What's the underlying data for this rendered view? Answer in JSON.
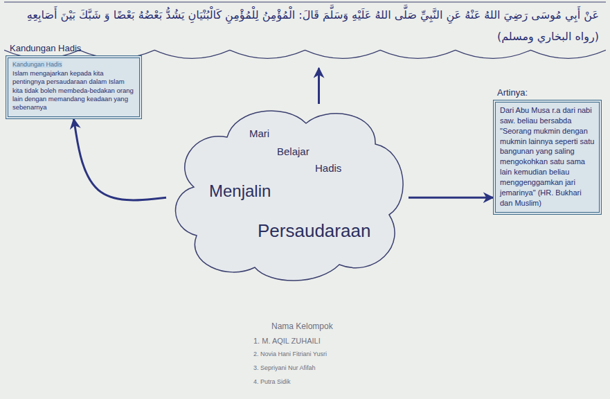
{
  "diagram": {
    "nodes": [
      {
        "text": [
          "عَنْ أَبِي مُوسَى رَضِيَ اللهُ عَنْهُ عَنِ النَّبِيِّ صَلَّى اللهُ عَلَيْهِ وَسَلَّمَ قَالَ: الْمُؤْمِنُ لِلْمُؤْمِنِ كَالْبُنْيَانِ يَشُدُّ بَعْضُهُ بَعْضًا وَ شَبَّكَ بَيْنَ أَصَابِعِهِ (رواه البخاري ومسلم)"
        ]
      },
      {
        "text": [
          "Kandungan Hadis",
          "Kandungan Hadis",
          "Islam mengajarkan kepada kita pentingnya persaudaraan dalam Islam kita tidak boleh membeda-bedakan orang lain dengan memandang keadaan yang sebenarnya"
        ]
      },
      {
        "text": [
          "Artinya:",
          "Dari Abu Musa r.a dari nabi saw. beliau bersabda \"Seorang mukmin dengan mukmin lainnya seperti satu bangunan yang saling mengokohkan satu sama lain kemudian beliau menggenggamkan jari jemarinya\" (HR. Bukhari dan Muslim)"
        ]
      },
      {
        "text": [
          "Mari",
          "Belajar",
          "Hadis",
          "Menjalin",
          "Persaudaraan"
        ]
      }
    ],
    "edges": [
      {
        "from": 3,
        "to": 0,
        "arrow": "to"
      },
      {
        "from": 3,
        "to": 1,
        "arrow": "to"
      },
      {
        "from": 3,
        "to": 2,
        "arrow": "to"
      }
    ],
    "labels": [
      "Nama Kelompok",
      "1. M. AQIL ZUHAILI",
      "2. Novia Hani Fitriani Yusri",
      "3. Sepriyani Nur Afifah",
      "4. Putra Sidik"
    ]
  }
}
